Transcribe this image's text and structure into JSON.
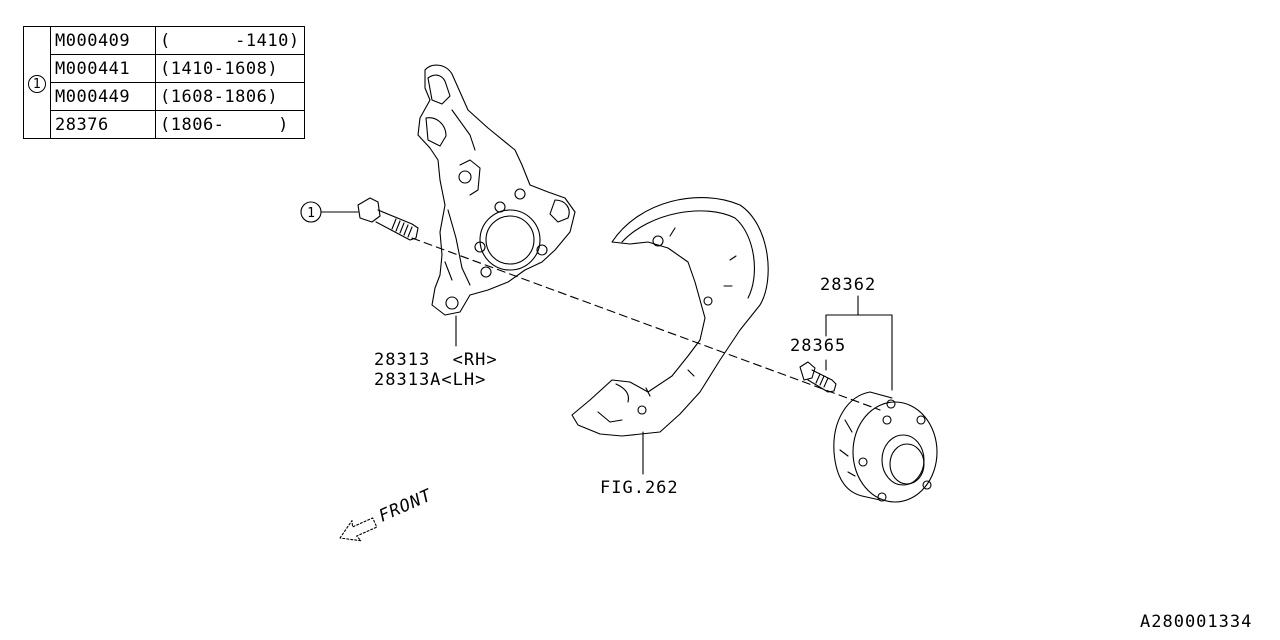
{
  "table": {
    "ref_marker": "1",
    "rows": [
      {
        "part_no": "M000409",
        "range": "(      -1410)"
      },
      {
        "part_no": "M000441",
        "range": "(1410-1608)"
      },
      {
        "part_no": "M000449",
        "range": "(1608-1806)"
      },
      {
        "part_no": "28376",
        "range": "(1806-     )"
      }
    ]
  },
  "callouts": {
    "bolt_ref": "1",
    "knuckle_rh": "28313  <RH>",
    "knuckle_lh": "28313A<LH>",
    "hub_assembly": "28362",
    "hub_bolt": "28365",
    "dust_cover": "FIG.262",
    "front": "FRONT"
  },
  "diagram_id": "A280001334"
}
